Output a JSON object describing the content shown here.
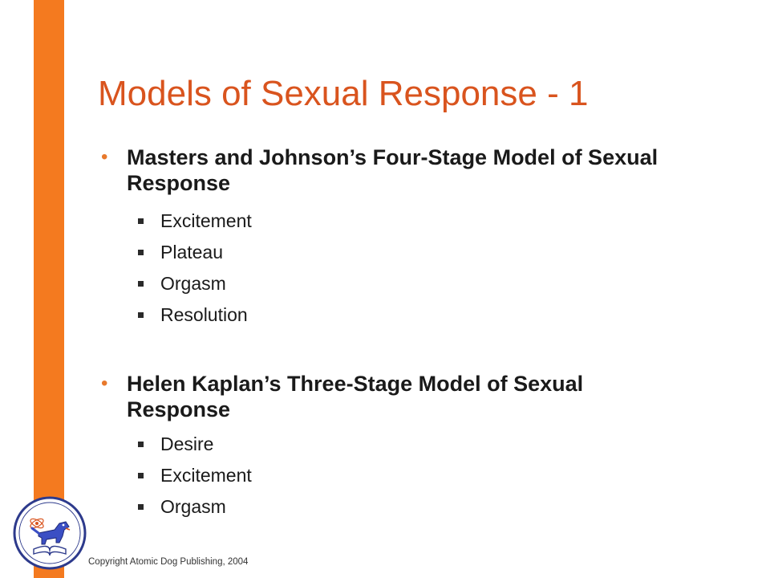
{
  "slide": {
    "title": "Models of Sexual Response - 1",
    "sections": [
      {
        "heading": "Masters and Johnson’s Four-Stage Model of Sexual Response",
        "items": [
          "Excitement",
          "Plateau",
          "Orgasm",
          "Resolution"
        ]
      },
      {
        "heading": "Helen Kaplan’s Three-Stage Model of Sexual Response",
        "items": [
          "Desire",
          "Excitement",
          "Orgasm"
        ]
      }
    ],
    "footer": {
      "copyright": "Copyright Atomic Dog Publishing, 2004"
    }
  },
  "colors": {
    "accent_bar": "#f47a1f",
    "title": "#d9541e",
    "bullet": "#e8792c",
    "logo_ring": "#2d3a8c",
    "logo_dog": "#3b4fc4"
  },
  "icons": {
    "logo": "atomic-dog-logo-icon"
  }
}
